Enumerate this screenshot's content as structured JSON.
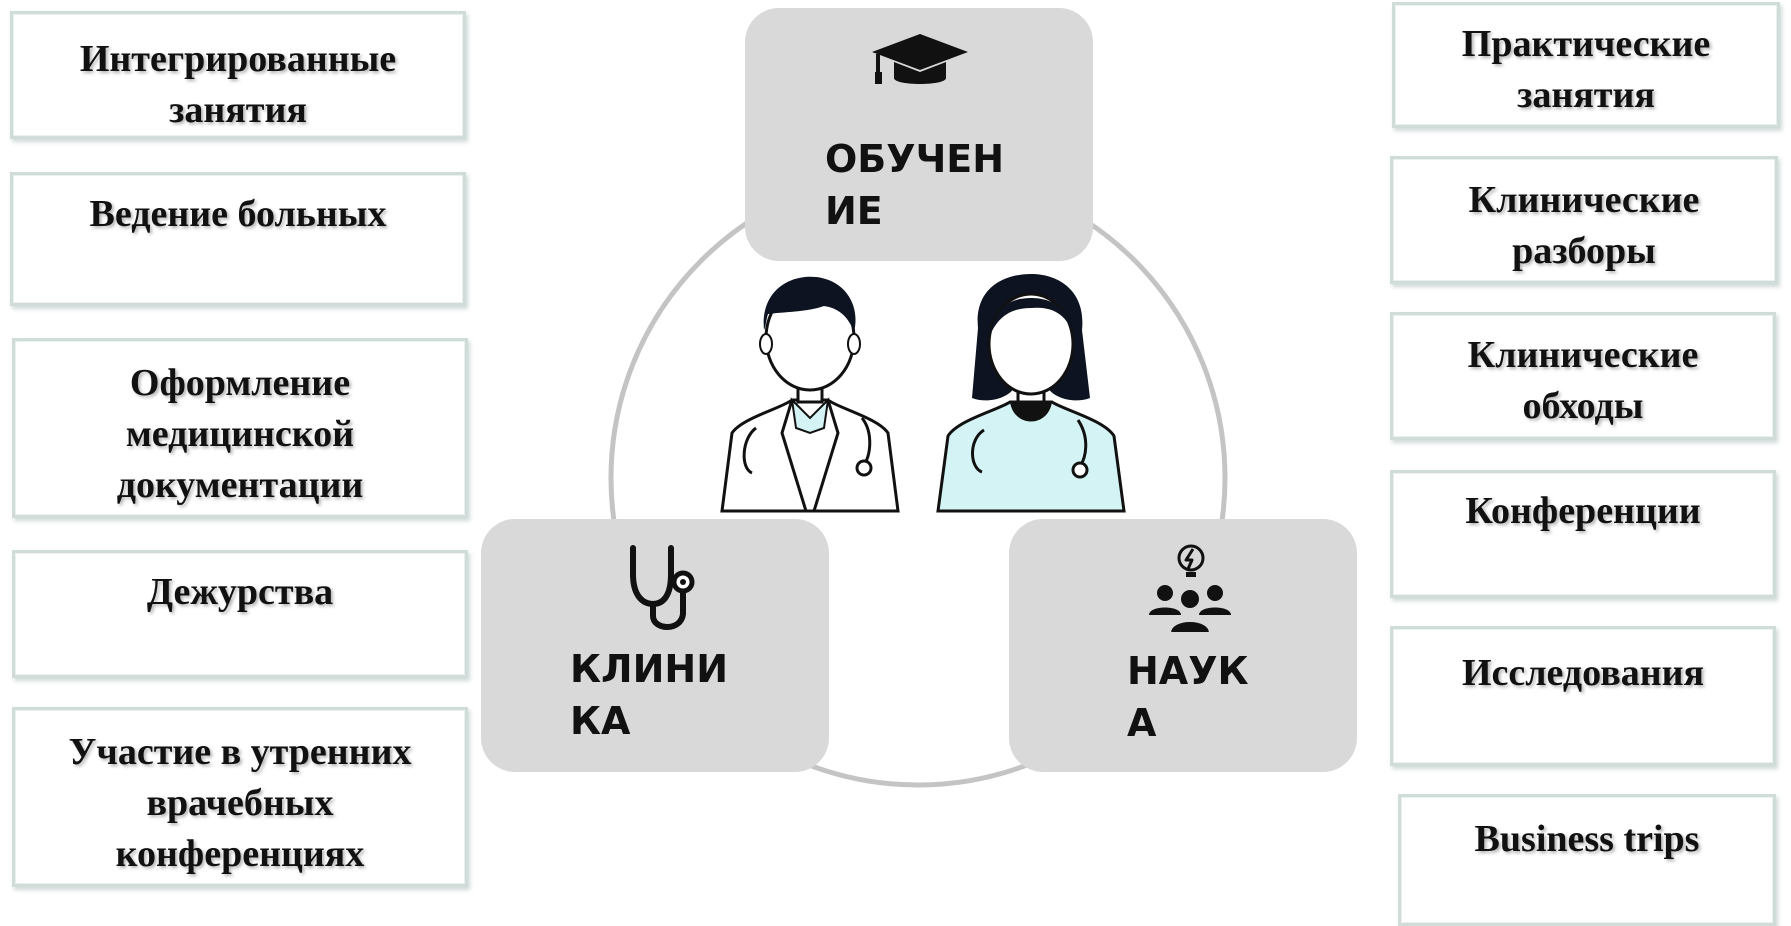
{
  "left_items": [
    "Интегрированные\nзанятия",
    "Ведение больных",
    "Оформление\nмедицинской\nдокументации",
    "Дежурства",
    "Участие в утренних\nврачебных\nконференциях"
  ],
  "right_items": [
    "Практические\nзанятия",
    "Клинические\nразборы",
    "Клинические\nобходы",
    "Конференции",
    "Исследования",
    "Business trips"
  ],
  "nodes": {
    "education": {
      "label": "ОБУЧЕН\nИЕ",
      "icon": "graduation-cap-icon"
    },
    "clinic": {
      "label": "КЛИНИ\nКА",
      "icon": "stethoscope-icon"
    },
    "science": {
      "label": "НАУК\nА",
      "icon": "team-idea-icon"
    }
  },
  "center_illustration": "doctors-icon",
  "colors": {
    "node_fill": "#d9d9d9",
    "box_border": "#cfdcd8",
    "ring": "#c4c4c4",
    "scrubs": "#d4f3f4"
  }
}
